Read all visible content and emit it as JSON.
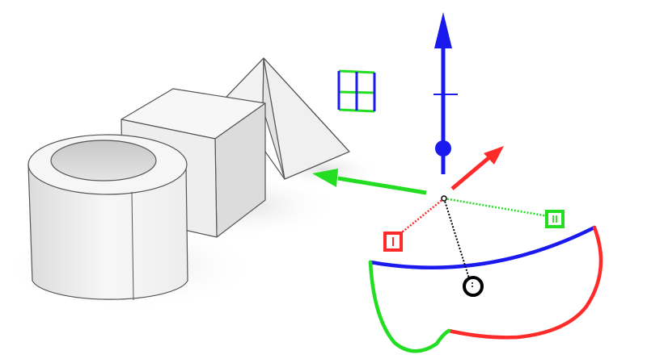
{
  "scene": {
    "objects": [
      {
        "name": "tube",
        "shape": "cylinder-with-hole"
      },
      {
        "name": "box",
        "shape": "cube"
      },
      {
        "name": "pyramid",
        "shape": "pyramid"
      }
    ],
    "material_color": "#f2f2f2",
    "edge_color": "#555555",
    "shadow_color": "#e6e6e6"
  },
  "gizmo": {
    "x_axis_color": "#ff2a2a",
    "y_axis_color": "#22dd22",
    "z_axis_color": "#1a1aee",
    "pivot_color": "#000000",
    "handles": [
      {
        "name": "z-move-arrow",
        "axis": "z"
      },
      {
        "name": "z-scale-handle",
        "axis": "z"
      },
      {
        "name": "x-move-arrow",
        "axis": "x"
      },
      {
        "name": "y-move-arrow",
        "axis": "y"
      },
      {
        "name": "x-scale-handle",
        "axis": "x"
      },
      {
        "name": "y-scale-handle",
        "axis": "y"
      },
      {
        "name": "free-move-handle",
        "axis": "free"
      },
      {
        "name": "xy-plane-handle",
        "axis": "xy"
      }
    ],
    "rotation_arcs": [
      {
        "name": "rotate-z-arc",
        "axis": "z"
      },
      {
        "name": "rotate-x-arc",
        "axis": "x"
      },
      {
        "name": "rotate-y-arc",
        "axis": "y"
      }
    ]
  }
}
